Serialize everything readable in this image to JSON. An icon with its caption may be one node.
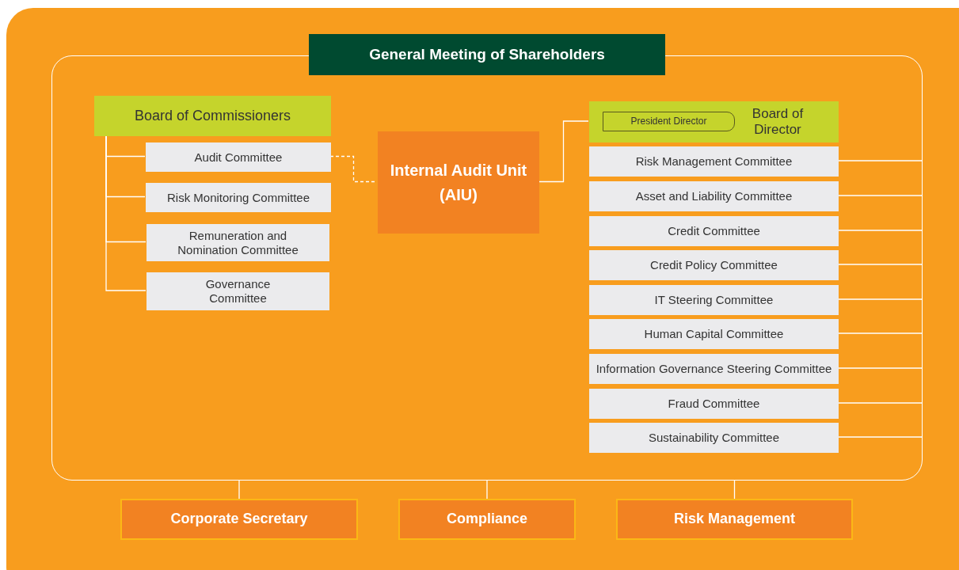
{
  "diagram": {
    "nodes": [
      {
        "text": [
          "General Meeting of Shareholders"
        ]
      },
      {
        "text": [],
        "shape": "box"
      },
      {
        "text": [
          "Board of Commissioners"
        ],
        "in": 1
      },
      {
        "text": [
          "Audit Committee"
        ],
        "in": 1
      },
      {
        "text": [
          "Risk Monitoring Committee"
        ],
        "in": 1
      },
      {
        "text": [
          "Remuneration and Nomination Committee"
        ],
        "in": 1
      },
      {
        "text": [
          "Governance Committee"
        ],
        "in": 1
      },
      {
        "text": [
          "Internal Audit Unit (AIU)"
        ],
        "in": 1
      },
      {
        "text": [
          "Board of Director"
        ],
        "in": 1
      },
      {
        "text": [
          "President Director"
        ],
        "in": 8
      },
      {
        "text": [
          "Risk Management Committee"
        ],
        "in": 1
      },
      {
        "text": [
          "Asset and Liability Committee"
        ],
        "in": 1
      },
      {
        "text": [
          "Credit Committee"
        ],
        "in": 1
      },
      {
        "text": [
          "Credit Policy Committee"
        ],
        "in": 1
      },
      {
        "text": [
          "IT Steering Committee"
        ],
        "in": 1
      },
      {
        "text": [
          "Human Capital Committee"
        ],
        "in": 1
      },
      {
        "text": [
          "Information Governance Steering Committee"
        ],
        "in": 1
      },
      {
        "text": [
          "Fraud Committee"
        ],
        "in": 1
      },
      {
        "text": [
          "Sustainability Committee"
        ],
        "in": 1
      },
      {
        "text": [
          "Corporate Secretary"
        ]
      },
      {
        "text": [
          "Compliance"
        ]
      },
      {
        "text": [
          "Risk Management"
        ]
      }
    ],
    "edges": [
      {
        "from": 2,
        "to": 3,
        "arrow": "none"
      },
      {
        "from": 2,
        "to": 4,
        "arrow": "none"
      },
      {
        "from": 2,
        "to": 5,
        "arrow": "none"
      },
      {
        "from": 2,
        "to": 6,
        "arrow": "none"
      },
      {
        "from": 3,
        "to": 7,
        "arrow": "none",
        "style": "dashed"
      },
      {
        "from": 7,
        "to": 8,
        "arrow": "none"
      },
      {
        "from": 10,
        "to": 1,
        "arrow": "none"
      },
      {
        "from": 11,
        "to": 1,
        "arrow": "none"
      },
      {
        "from": 12,
        "to": 1,
        "arrow": "none"
      },
      {
        "from": 13,
        "to": 1,
        "arrow": "none"
      },
      {
        "from": 14,
        "to": 1,
        "arrow": "none"
      },
      {
        "from": 15,
        "to": 1,
        "arrow": "none"
      },
      {
        "from": 16,
        "to": 1,
        "arrow": "none"
      },
      {
        "from": 17,
        "to": 1,
        "arrow": "none"
      },
      {
        "from": 18,
        "to": 1,
        "arrow": "none"
      },
      {
        "from": 1,
        "to": 19,
        "arrow": "none"
      },
      {
        "from": 1,
        "to": 20,
        "arrow": "none"
      },
      {
        "from": 1,
        "to": 21,
        "arrow": "none"
      }
    ]
  }
}
